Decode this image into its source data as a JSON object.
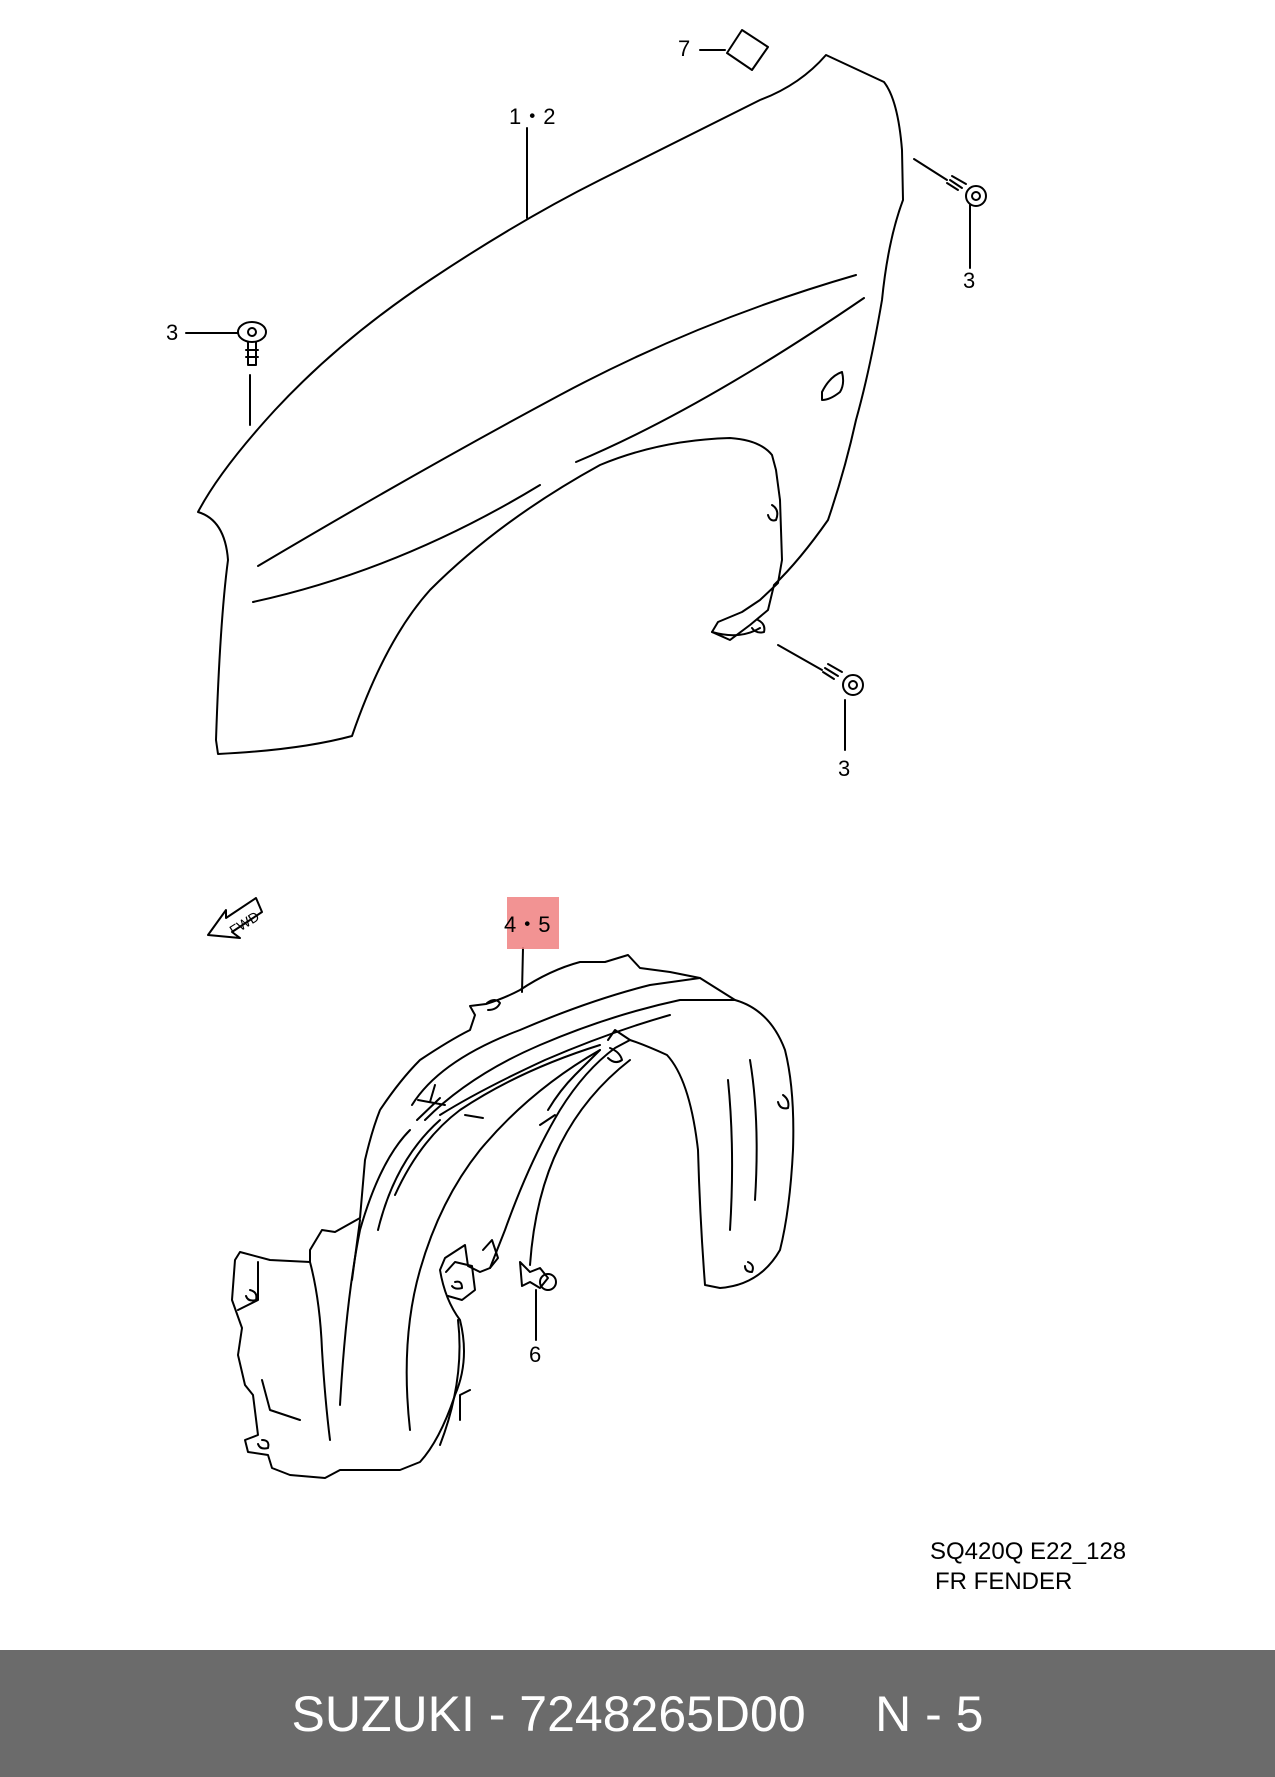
{
  "colors": {
    "highlight": "#f08080",
    "footer_bg": "#6b6b6b",
    "footer_text": "#ffffff",
    "line": "#000000"
  },
  "diagram": {
    "callouts": {
      "fender": "1・2",
      "cap": "7",
      "bolt_top_right": "3",
      "bolt_left": "3",
      "bolt_bottom": "3",
      "liner": "4・5",
      "clip": "6"
    },
    "fwd_label": "FWD",
    "code": "SQ420Q E22_128",
    "name": "FR FENDER"
  },
  "footer": {
    "brand": "SUZUKI",
    "separator": " - ",
    "part_number": "7248265D00",
    "gap": "     ",
    "ref": "N - 5"
  }
}
